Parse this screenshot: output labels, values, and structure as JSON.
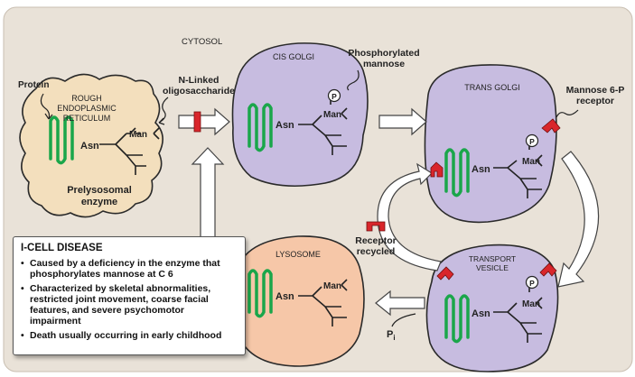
{
  "compartments": {
    "cytosol": "CYTOSOL",
    "rer": [
      "ROUGH",
      "ENDOPLASMIC",
      "RETICULUM"
    ],
    "cis_golgi": "CIS GOLGI",
    "trans_golgi": "TRANS GOLGI",
    "transport_vesicle": [
      "TRANSPORT",
      "VESICLE"
    ],
    "lysosome": "LYSOSOME"
  },
  "labels": {
    "protein": "Protein",
    "n_linked": [
      "N-Linked",
      "oligosaccharide"
    ],
    "prelysosomal": [
      "Prelysosomal",
      "enzyme"
    ],
    "phosphorylated": [
      "Phosphorylated",
      "mannose"
    ],
    "receptor": [
      "Mannose 6-P",
      "receptor"
    ],
    "recycled": [
      "Receptor",
      "recycled"
    ],
    "asn": "Asn",
    "man": "Man",
    "phosphate": "P",
    "pi": "P",
    "pi_sub": "i"
  },
  "icell": {
    "title": "I-CELL DISEASE",
    "bullets": [
      "Caused by a deficiency in the enzyme that phosphorylates mannose at C 6",
      "Characterized by skeletal abnormalities, restricted joint movement, coarse facial features, and severe psychomotor impairment",
      "Death usually occurring in early childhood"
    ]
  },
  "colors": {
    "background": "#e9e2d8",
    "rer": "#f3dfbd",
    "golgi": "#c7bce0",
    "lysosome": "#f6c7a8",
    "protein": "#1aa64a",
    "receptor": "#d9262b"
  }
}
